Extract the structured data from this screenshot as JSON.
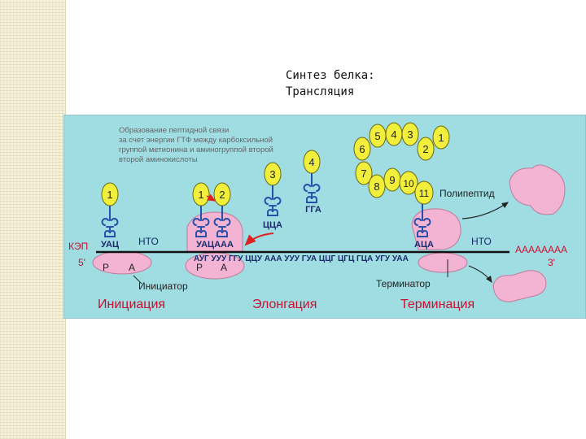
{
  "slide": {
    "title_line1": "Синтез белка:",
    "title_line2": "Трансляция"
  },
  "diagram": {
    "note_lines": [
      "Образование пептидной связи",
      "за счет энергии ГТФ между карбоксильной",
      "группой метионина и аминогруппой второй",
      "второй аминокислоты"
    ],
    "cap_label": "КЭП",
    "five_prime": "5'",
    "three_prime": "3'",
    "poly_a": "AAAAAAAA",
    "nto_left": "НТО",
    "nto_right": "НТО",
    "anticodon_init": "УАЦ",
    "anticodon_pair": "УАЦААА",
    "anticodon_cca": "ЦЦА",
    "anticodon_gga": "ГГА",
    "anticodon_term": "АЦА",
    "mrna_codons": "АУГ УУУ ГГУ ЦЦУ ААА УУУ ГУА ЦЦГ ЦГЦ ГЦА УГУ УАА",
    "site_p": "Р",
    "site_a": "А",
    "initiator_label": "Инициатор",
    "terminator_label": "Терминатор",
    "polypeptide_label": "Полипептид",
    "stage_initiation": "Инициация",
    "stage_elongation": "Элонгация",
    "stage_termination": "Терминация",
    "amino_1": "1",
    "amino_2": "2",
    "amino_3": "3",
    "amino_4": "4",
    "amino_5": "5",
    "amino_6": "6",
    "amino_7": "7",
    "amino_8": "8",
    "amino_9": "9",
    "amino_10": "10",
    "amino_11": "11",
    "colors": {
      "panel": "#9fdde3",
      "ribosome": "#f2b4d2",
      "amino_acid": "#f2ee3c",
      "trna": "#2850a8",
      "stage_text": "#c8102e",
      "red_arrow": "#e02020"
    }
  }
}
